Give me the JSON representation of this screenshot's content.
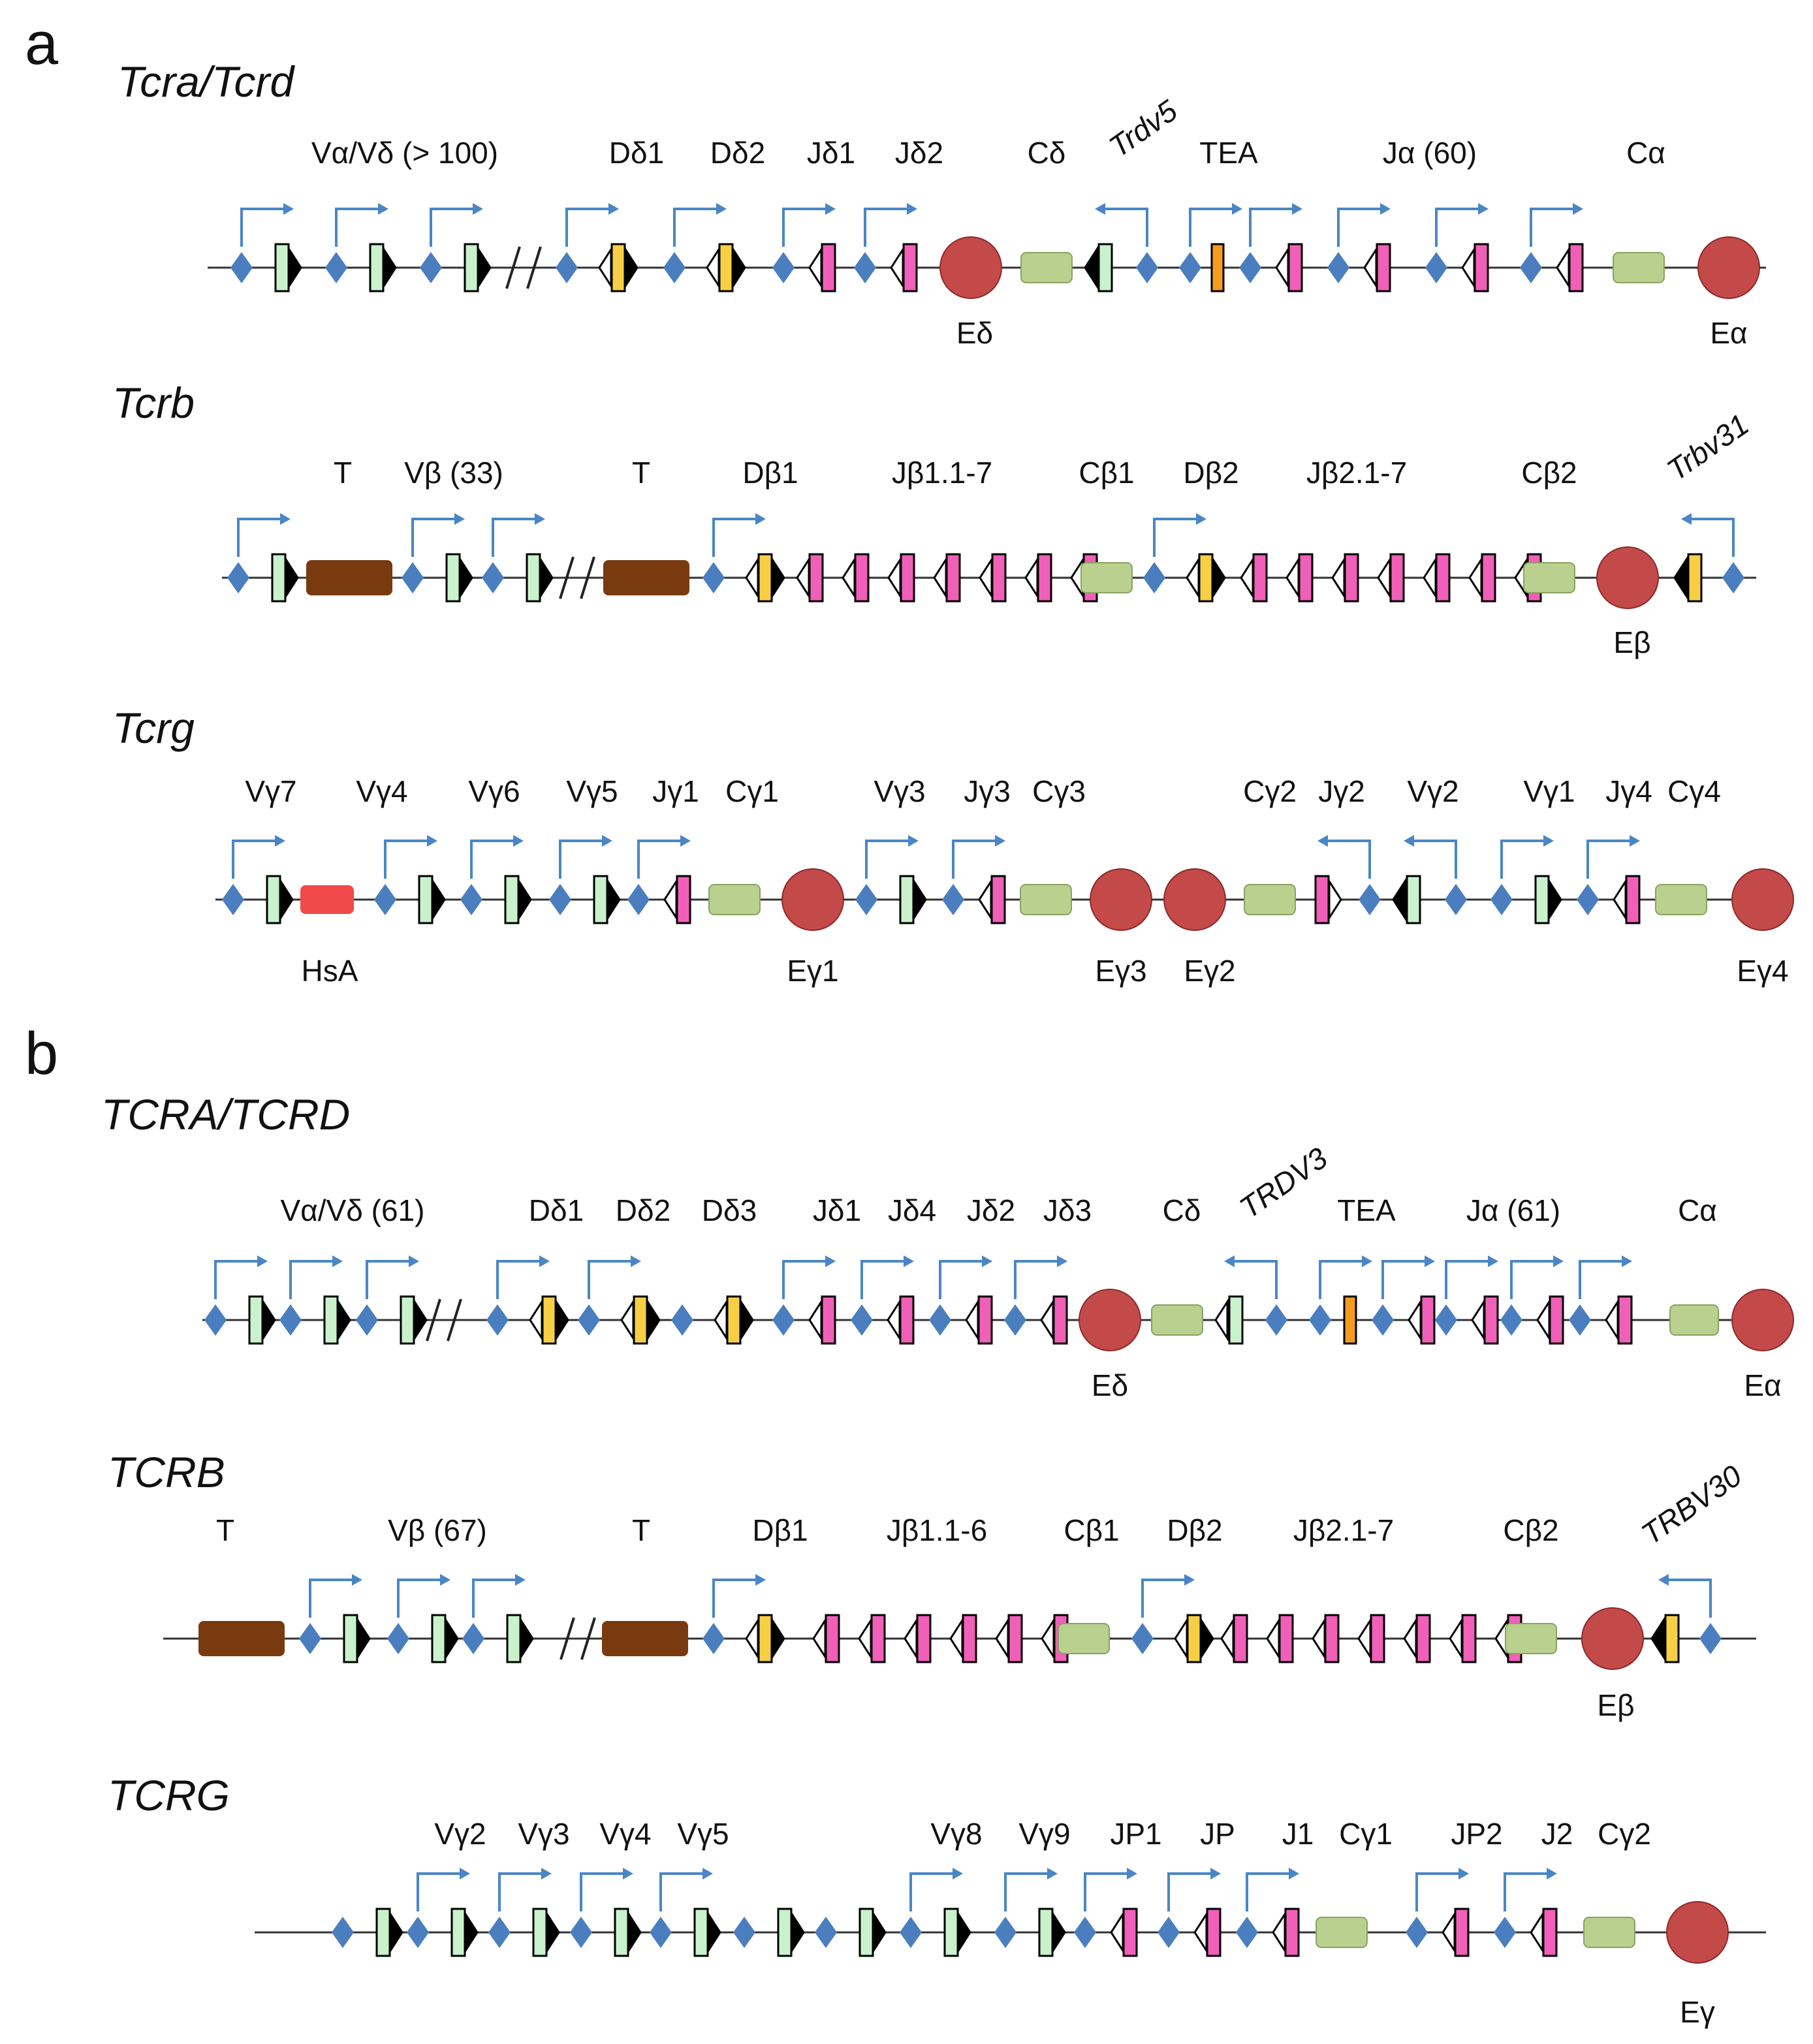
{
  "colors": {
    "promoter": "#4a7ebf",
    "v_segment": "#c9f2cc",
    "d_segment": "#f7cf45",
    "j_segment": "#f05fb8",
    "constant": "#b9d08f",
    "enhancer": "#c44a4a",
    "trypsinogen": "#7a3a10",
    "tea": "#f59b20",
    "hsa": "#f04a4a",
    "arrow": "#4a86c6",
    "rss_fill": "#000000"
  },
  "panels": [
    {
      "letter": "a",
      "loci": [
        {
          "title": "Tcra/Tcrd",
          "labels": [
            {
              "text": "Vα/Vδ (> 100)"
            },
            {
              "text": "Dδ1"
            },
            {
              "text": "Dδ2"
            },
            {
              "text": "Jδ1"
            },
            {
              "text": "Jδ2"
            },
            {
              "text": "Cδ"
            },
            {
              "text": "Trdv5",
              "italic": true
            },
            {
              "text": "TEA"
            },
            {
              "text": "Jα (60)"
            },
            {
              "text": "Cα"
            },
            {
              "text": "Eδ"
            },
            {
              "text": "Eα"
            }
          ]
        },
        {
          "title": "Tcrb",
          "labels": [
            {
              "text": "T"
            },
            {
              "text": "Vβ (33)"
            },
            {
              "text": "T"
            },
            {
              "text": "Dβ1"
            },
            {
              "text": "Jβ1.1-7"
            },
            {
              "text": "Cβ1"
            },
            {
              "text": "Dβ2"
            },
            {
              "text": "Jβ2.1-7"
            },
            {
              "text": "Cβ2"
            },
            {
              "text": "Trbv31",
              "italic": true
            },
            {
              "text": "Eβ"
            }
          ]
        },
        {
          "title": "Tcrg",
          "labels": [
            {
              "text": "Vγ7"
            },
            {
              "text": "Vγ4"
            },
            {
              "text": "Vγ6"
            },
            {
              "text": "Vγ5"
            },
            {
              "text": "Jγ1"
            },
            {
              "text": "Cγ1"
            },
            {
              "text": "Vγ3"
            },
            {
              "text": "Jγ3"
            },
            {
              "text": "Cγ3"
            },
            {
              "text": "Cγ2"
            },
            {
              "text": "Jγ2"
            },
            {
              "text": "Vγ2"
            },
            {
              "text": "Vγ1"
            },
            {
              "text": "Jγ4"
            },
            {
              "text": "Cγ4"
            },
            {
              "text": "HsA"
            },
            {
              "text": "Eγ1"
            },
            {
              "text": "Eγ3"
            },
            {
              "text": "Eγ2"
            },
            {
              "text": "Eγ4"
            }
          ]
        }
      ]
    },
    {
      "letter": "b",
      "loci": [
        {
          "title": "TCRA/TCRD",
          "labels": [
            {
              "text": "Vα/Vδ (61)"
            },
            {
              "text": "Dδ1"
            },
            {
              "text": "Dδ2"
            },
            {
              "text": "Dδ3"
            },
            {
              "text": "Jδ1"
            },
            {
              "text": "Jδ4"
            },
            {
              "text": "Jδ2"
            },
            {
              "text": "Jδ3"
            },
            {
              "text": "Cδ"
            },
            {
              "text": "TRDV3",
              "italic": true
            },
            {
              "text": "TEA"
            },
            {
              "text": "Jα (61)"
            },
            {
              "text": "Cα"
            },
            {
              "text": "Eδ"
            },
            {
              "text": "Eα"
            }
          ]
        },
        {
          "title": "TCRB",
          "labels": [
            {
              "text": "T"
            },
            {
              "text": "Vβ (67)"
            },
            {
              "text": "T"
            },
            {
              "text": "Dβ1"
            },
            {
              "text": "Jβ1.1-6"
            },
            {
              "text": "Cβ1"
            },
            {
              "text": "Dβ2"
            },
            {
              "text": "Jβ2.1-7"
            },
            {
              "text": "Cβ2"
            },
            {
              "text": "TRBV30",
              "italic": true
            },
            {
              "text": "Eβ"
            }
          ]
        },
        {
          "title": "TCRG",
          "labels": [
            {
              "text": "Vγ2"
            },
            {
              "text": "Vγ3"
            },
            {
              "text": "Vγ4"
            },
            {
              "text": "Vγ5"
            },
            {
              "text": "Vγ8"
            },
            {
              "text": "Vγ9"
            },
            {
              "text": "JP1"
            },
            {
              "text": "JP"
            },
            {
              "text": "J1"
            },
            {
              "text": "Cγ1"
            },
            {
              "text": "JP2"
            },
            {
              "text": "J2"
            },
            {
              "text": "Cγ2"
            },
            {
              "text": "Eγ"
            }
          ]
        }
      ]
    }
  ]
}
